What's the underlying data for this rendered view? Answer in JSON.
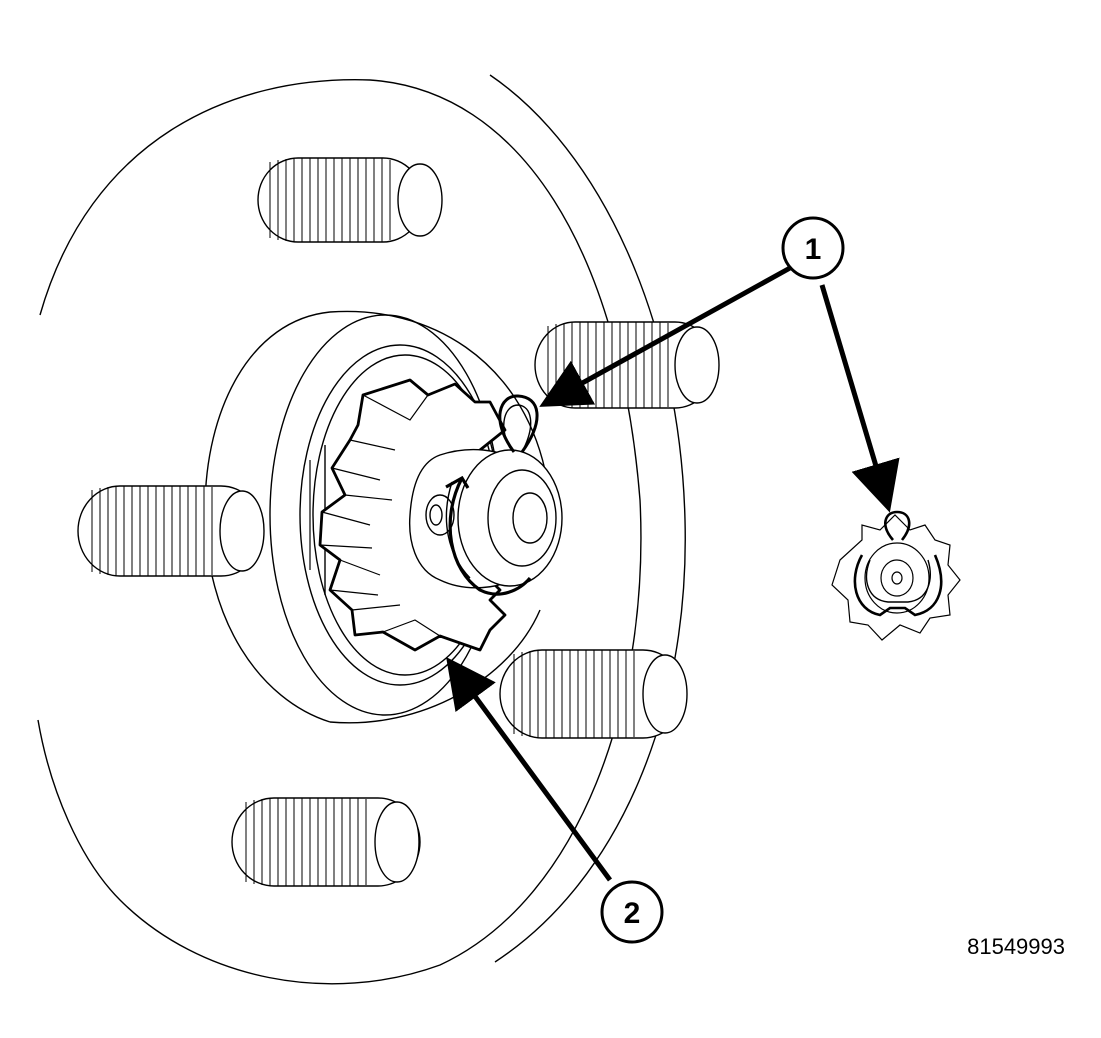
{
  "figure_number": "81549993",
  "callouts": [
    {
      "label": "1"
    },
    {
      "label": "2"
    }
  ],
  "colors": {
    "line": "#000000",
    "background": "#ffffff"
  }
}
